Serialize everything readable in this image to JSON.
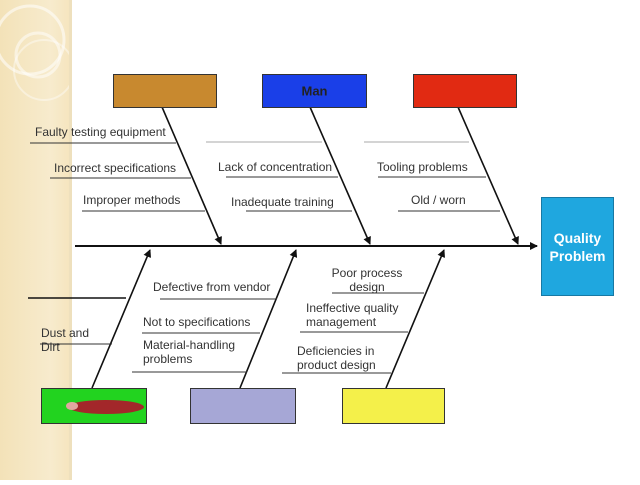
{
  "effect": {
    "line1": "Quality",
    "line2": "Problem"
  },
  "categories": {
    "top_left": {
      "label": "",
      "color": "#c8892f"
    },
    "top_mid": {
      "label": "Man",
      "color": "#1a3fe8"
    },
    "top_right": {
      "label": "",
      "color": "#e12a12"
    },
    "bottom_left": {
      "label": "",
      "color": "#22d31f"
    },
    "bottom_mid": {
      "label": "",
      "color": "#a6a7d6"
    },
    "bottom_right": {
      "label": "",
      "color": "#f4f04a"
    }
  },
  "causes": {
    "faulty_testing": "Faulty testing equipment",
    "incorrect_specs": "Incorrect specifications",
    "improper_methods": "Improper methods",
    "lack_concentration": "Lack of concentration",
    "inadequate_training": "Inadequate training",
    "tooling_problems": "Tooling problems",
    "old_worn": "Old / worn",
    "defective_vendor": "Defective from vendor",
    "not_to_specs": "Not to specifications",
    "material_handling": "Material-handling problems",
    "dust_dirt": "Dust and Dirt",
    "poor_process": "Poor process design",
    "ineffective_qm": "Ineffective quality management",
    "deficiencies": "Deficiencies in product design"
  }
}
